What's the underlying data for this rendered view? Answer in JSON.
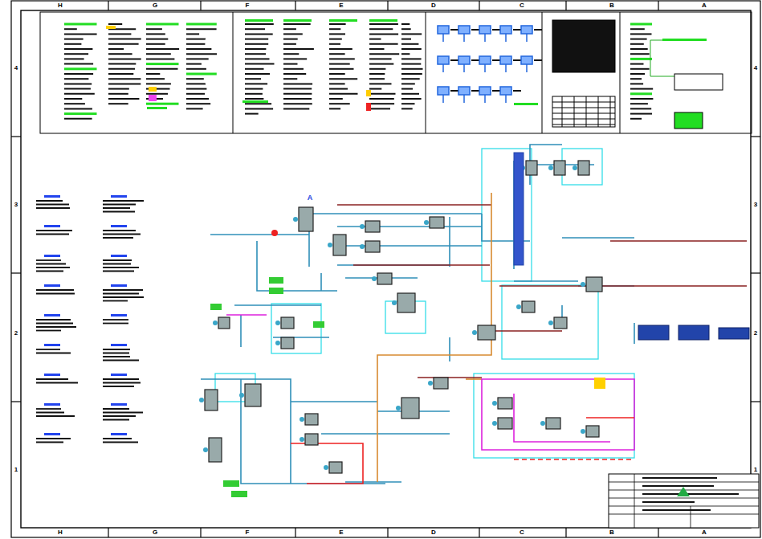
{
  "diagram": {
    "labels": [
      "H",
      "G",
      "F",
      "E",
      "D",
      "C",
      "B",
      "A",
      "H",
      "G",
      "F",
      "E",
      "D",
      "C",
      "B",
      "A",
      "4",
      "3",
      "2",
      "1",
      "4",
      "3",
      "2",
      "1",
      "A"
    ]
  }
}
